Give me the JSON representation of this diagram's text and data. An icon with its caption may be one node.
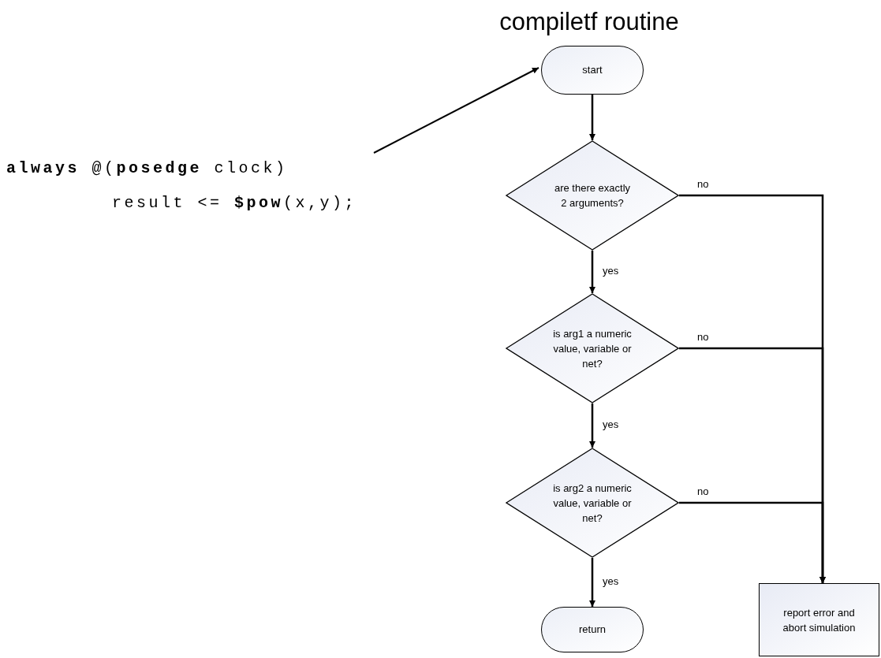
{
  "diagram": {
    "title": "compiletf routine",
    "nodes": [
      {
        "text": [
          "start"
        ]
      },
      {
        "text": [
          "are there exactly 2 arguments?"
        ]
      },
      {
        "text": [
          "is arg1 a numeric value, variable or net?"
        ]
      },
      {
        "text": [
          "is arg2 a numeric value, variable or net?"
        ]
      },
      {
        "text": [
          "return"
        ]
      },
      {
        "text": [
          "report error and abort simulation"
        ]
      },
      {
        "text": [
          "**always** @(**posedge** clock)",
          "result <= **$pow**(x,y);"
        ]
      }
    ],
    "edges": [
      {
        "from": 0,
        "to": 1,
        "arrow": "to"
      },
      {
        "from": 1,
        "to": 2,
        "arrow": "to",
        "label": "yes"
      },
      {
        "from": 2,
        "to": 3,
        "arrow": "to",
        "label": "yes"
      },
      {
        "from": 3,
        "to": 4,
        "arrow": "to",
        "label": "yes"
      },
      {
        "from": 1,
        "to": 5,
        "arrow": "to",
        "label": "no"
      },
      {
        "from": 2,
        "to": 5,
        "arrow": "to",
        "label": "no"
      },
      {
        "from": 3,
        "to": 5,
        "arrow": "to",
        "label": "no"
      },
      {
        "from": 6,
        "to": 0,
        "arrow": "to"
      }
    ]
  }
}
